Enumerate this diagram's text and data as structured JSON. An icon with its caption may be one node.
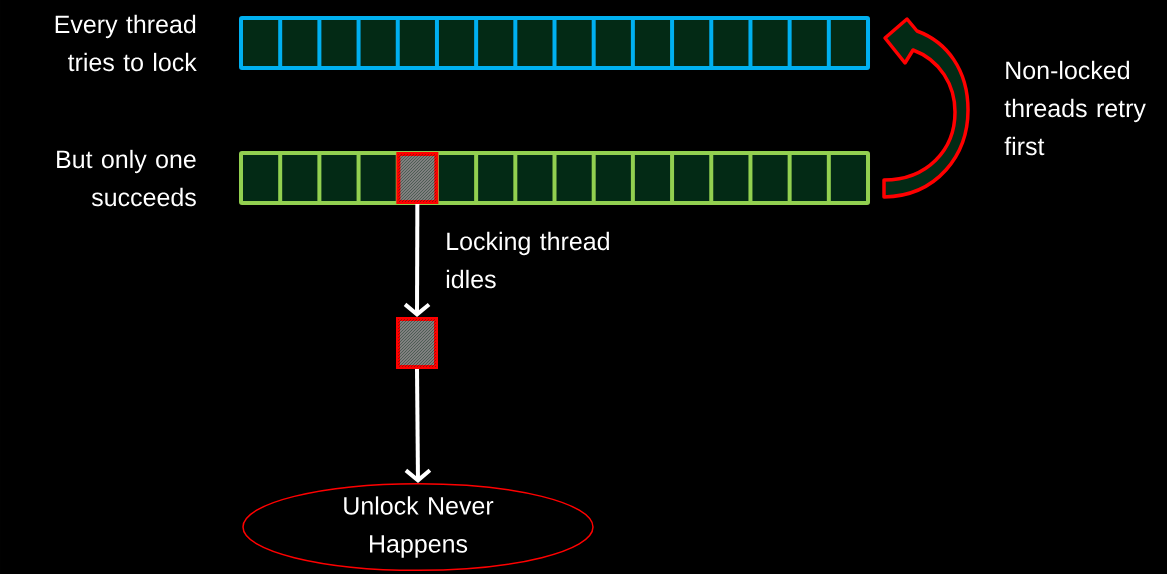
{
  "diagram": {
    "nodes": [
      {
        "text": [],
        "shape": "bar",
        "beside": [
          "Every thread tries to lock"
        ]
      },
      {
        "text": [],
        "shape": "bar",
        "beside": [
          "But only one succeeds"
        ]
      },
      {
        "text": [],
        "shape": "box",
        "in": 1
      },
      {
        "text": [],
        "shape": "box"
      },
      {
        "text": [
          "Unlock Never Happens"
        ]
      }
    ],
    "edges": [
      {
        "from": 1,
        "to": 0,
        "arrow": "to",
        "label": "Non-locked threads retry first",
        "style": "thick",
        "color": "#ff0000"
      },
      {
        "from": 2,
        "to": 3,
        "arrow": "to",
        "label": "Locking thread idles"
      },
      {
        "from": 3,
        "to": 4,
        "arrow": "to"
      }
    ]
  }
}
